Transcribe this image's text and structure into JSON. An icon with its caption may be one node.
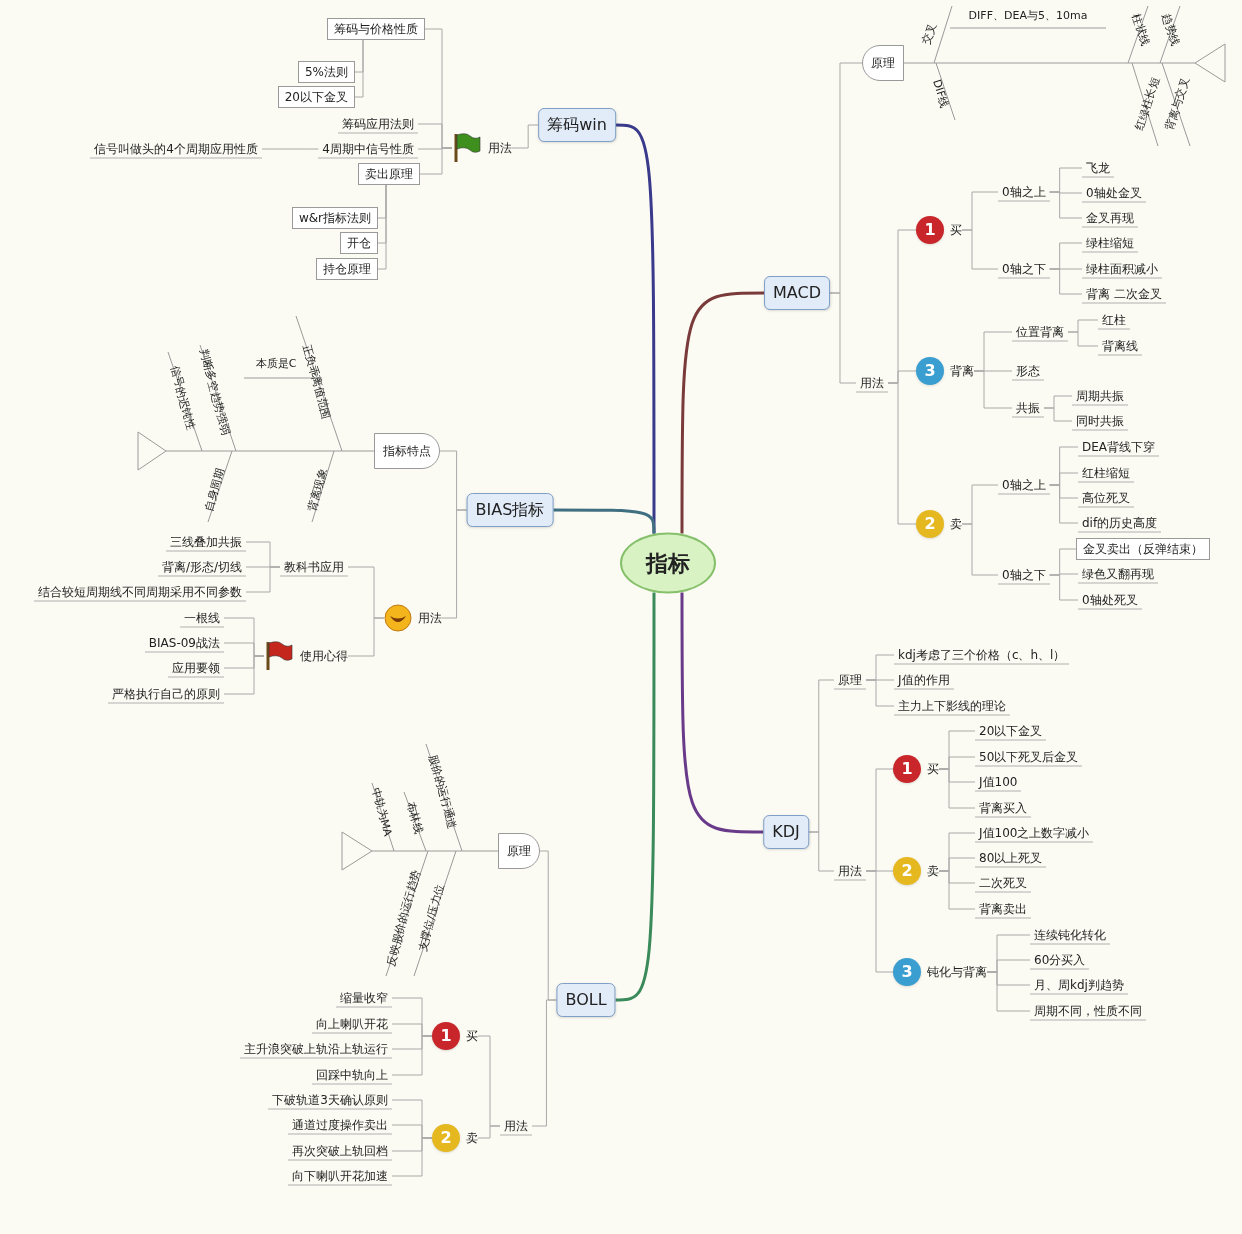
{
  "diagram": {
    "nodes": [
      {
        "text": [
          "指标"
        ]
      },
      {
        "text": [
          "筹码win"
        ]
      },
      {
        "text": [
          "用法"
        ]
      },
      {
        "text": [
          "筹码与价格性质"
        ]
      },
      {
        "text": [
          "5%法则"
        ]
      },
      {
        "text": [
          "20以下金叉"
        ]
      },
      {
        "text": [
          "筹码应用法则"
        ]
      },
      {
        "text": [
          "4周期中信号性质"
        ]
      },
      {
        "text": [
          "信号叫做头的4个周期应用性质"
        ]
      },
      {
        "text": [
          "卖出原理"
        ]
      },
      {
        "text": [
          "w&r指标法则"
        ]
      },
      {
        "text": [
          "开仓"
        ]
      },
      {
        "text": [
          "持仓原理"
        ]
      },
      {
        "text": [
          "BIAS指标"
        ]
      },
      {
        "text": [
          "指标特点"
        ]
      },
      {
        "text": [
          "用法"
        ]
      },
      {
        "text": [
          "教科书应用"
        ]
      },
      {
        "text": [
          "三线叠加共振"
        ]
      },
      {
        "text": [
          "背离/形态/切线"
        ]
      },
      {
        "text": [
          "结合较短周期线不同周期采用不同参数"
        ]
      },
      {
        "text": [
          "使用心得"
        ]
      },
      {
        "text": [
          "一根线"
        ]
      },
      {
        "text": [
          "BIAS-09战法"
        ]
      },
      {
        "text": [
          "应用要领"
        ]
      },
      {
        "text": [
          "严格执行自己的原则"
        ]
      },
      {
        "text": [
          "BOLL"
        ]
      },
      {
        "text": [
          "原理"
        ]
      },
      {
        "text": [
          "用法"
        ]
      },
      {
        "text": [
          "1",
          "买"
        ]
      },
      {
        "text": [
          "缩量收窄"
        ]
      },
      {
        "text": [
          "向上喇叭开花"
        ]
      },
      {
        "text": [
          "主升浪突破上轨沿上轨运行"
        ]
      },
      {
        "text": [
          "回踩中轨向上"
        ]
      },
      {
        "text": [
          "2",
          "卖"
        ]
      },
      {
        "text": [
          "下破轨道3天确认原则"
        ]
      },
      {
        "text": [
          "通道过度操作卖出"
        ]
      },
      {
        "text": [
          "再次突破上轨回档"
        ]
      },
      {
        "text": [
          "向下喇叭开花加速"
        ]
      },
      {
        "text": [
          "MACD"
        ]
      },
      {
        "text": [
          "原理"
        ]
      },
      {
        "text": [
          "用法"
        ]
      },
      {
        "text": [
          "1",
          "买"
        ]
      },
      {
        "text": [
          "0轴之上"
        ]
      },
      {
        "text": [
          "飞龙"
        ]
      },
      {
        "text": [
          "0轴处金叉"
        ]
      },
      {
        "text": [
          "金叉再现"
        ]
      },
      {
        "text": [
          "0轴之下"
        ]
      },
      {
        "text": [
          "绿柱缩短"
        ]
      },
      {
        "text": [
          "绿柱面积减小"
        ]
      },
      {
        "text": [
          "背离 二次金叉"
        ]
      },
      {
        "text": [
          "3",
          "背离"
        ]
      },
      {
        "text": [
          "位置背离"
        ]
      },
      {
        "text": [
          "红柱"
        ]
      },
      {
        "text": [
          "背离线"
        ]
      },
      {
        "text": [
          "形态"
        ]
      },
      {
        "text": [
          "共振"
        ]
      },
      {
        "text": [
          "周期共振"
        ]
      },
      {
        "text": [
          "同时共振"
        ]
      },
      {
        "text": [
          "2",
          "卖"
        ]
      },
      {
        "text": [
          "0轴之上"
        ]
      },
      {
        "text": [
          "DEA背线下穿"
        ]
      },
      {
        "text": [
          "红柱缩短"
        ]
      },
      {
        "text": [
          "高位死叉"
        ]
      },
      {
        "text": [
          "dif的历史高度"
        ]
      },
      {
        "text": [
          "0轴之下"
        ]
      },
      {
        "text": [
          "金叉卖出（反弹结束）"
        ]
      },
      {
        "text": [
          "绿色又翻再现"
        ]
      },
      {
        "text": [
          "0轴处死叉"
        ]
      },
      {
        "text": [
          "KDJ"
        ]
      },
      {
        "text": [
          "原理"
        ]
      },
      {
        "text": [
          "kdj考虑了三个价格（c、h、l）"
        ]
      },
      {
        "text": [
          "J值的作用"
        ]
      },
      {
        "text": [
          "主力上下影线的理论"
        ]
      },
      {
        "text": [
          "用法"
        ]
      },
      {
        "text": [
          "1",
          "买"
        ]
      },
      {
        "text": [
          "20以下金叉"
        ]
      },
      {
        "text": [
          "50以下死叉后金叉"
        ]
      },
      {
        "text": [
          "J值100"
        ]
      },
      {
        "text": [
          "背离买入"
        ]
      },
      {
        "text": [
          "2",
          "卖"
        ]
      },
      {
        "text": [
          "J值100之上数字减小"
        ]
      },
      {
        "text": [
          "80以上死叉"
        ]
      },
      {
        "text": [
          "二次死叉"
        ]
      },
      {
        "text": [
          "背离卖出"
        ]
      },
      {
        "text": [
          "3",
          "钝化与背离"
        ]
      },
      {
        "text": [
          "连续钝化转化"
        ]
      },
      {
        "text": [
          "60分买入"
        ]
      },
      {
        "text": [
          "月、周kdj判趋势"
        ]
      },
      {
        "text": [
          "周期不同，性质不同"
        ]
      }
    ],
    "edges": [
      {
        "from": 0,
        "to": 1,
        "arrow": "none",
        "style": "thick",
        "color": "#3a3a8c"
      },
      {
        "from": 1,
        "to": 2,
        "arrow": "none"
      },
      {
        "from": 2,
        "to": 3,
        "arrow": "none"
      },
      {
        "from": 3,
        "to": 4,
        "arrow": "none"
      },
      {
        "from": 3,
        "to": 5,
        "arrow": "none"
      },
      {
        "from": 2,
        "to": 6,
        "arrow": "none"
      },
      {
        "from": 2,
        "to": 7,
        "arrow": "none"
      },
      {
        "from": 7,
        "to": 8,
        "arrow": "none"
      },
      {
        "from": 2,
        "to": 9,
        "arrow": "none"
      },
      {
        "from": 9,
        "to": 10,
        "arrow": "none"
      },
      {
        "from": 9,
        "to": 11,
        "arrow": "none"
      },
      {
        "from": 9,
        "to": 12,
        "arrow": "none"
      },
      {
        "from": 0,
        "to": 13,
        "arrow": "none",
        "style": "thick",
        "color": "#3f6f80"
      },
      {
        "from": 13,
        "to": 14,
        "arrow": "none"
      },
      {
        "from": 13,
        "to": 15,
        "arrow": "none"
      },
      {
        "from": 15,
        "to": 16,
        "arrow": "none"
      },
      {
        "from": 16,
        "to": 17,
        "arrow": "none"
      },
      {
        "from": 16,
        "to": 18,
        "arrow": "none"
      },
      {
        "from": 16,
        "to": 19,
        "arrow": "none"
      },
      {
        "from": 15,
        "to": 20,
        "arrow": "none"
      },
      {
        "from": 20,
        "to": 21,
        "arrow": "none"
      },
      {
        "from": 20,
        "to": 22,
        "arrow": "none"
      },
      {
        "from": 20,
        "to": 23,
        "arrow": "none"
      },
      {
        "from": 20,
        "to": 24,
        "arrow": "none"
      },
      {
        "from": 0,
        "to": 25,
        "arrow": "none",
        "style": "thick",
        "color": "#3a8a5a"
      },
      {
        "from": 25,
        "to": 26,
        "arrow": "none"
      },
      {
        "from": 25,
        "to": 27,
        "arrow": "none"
      },
      {
        "from": 27,
        "to": 28,
        "arrow": "none"
      },
      {
        "from": 28,
        "to": 29,
        "arrow": "none"
      },
      {
        "from": 28,
        "to": 30,
        "arrow": "none"
      },
      {
        "from": 28,
        "to": 31,
        "arrow": "none"
      },
      {
        "from": 28,
        "to": 32,
        "arrow": "none"
      },
      {
        "from": 27,
        "to": 33,
        "arrow": "none"
      },
      {
        "from": 33,
        "to": 34,
        "arrow": "none"
      },
      {
        "from": 33,
        "to": 35,
        "arrow": "none"
      },
      {
        "from": 33,
        "to": 36,
        "arrow": "none"
      },
      {
        "from": 33,
        "to": 37,
        "arrow": "none"
      },
      {
        "from": 0,
        "to": 38,
        "arrow": "none",
        "style": "thick",
        "color": "#7a3a3a"
      },
      {
        "from": 38,
        "to": 39,
        "arrow": "none"
      },
      {
        "from": 38,
        "to": 40,
        "arrow": "none"
      },
      {
        "from": 40,
        "to": 41,
        "arrow": "none"
      },
      {
        "from": 41,
        "to": 42,
        "arrow": "none"
      },
      {
        "from": 42,
        "to": 43,
        "arrow": "none"
      },
      {
        "from": 42,
        "to": 44,
        "arrow": "none"
      },
      {
        "from": 42,
        "to": 45,
        "arrow": "none"
      },
      {
        "from": 41,
        "to": 46,
        "arrow": "none"
      },
      {
        "from": 46,
        "to": 47,
        "arrow": "none"
      },
      {
        "from": 46,
        "to": 48,
        "arrow": "none"
      },
      {
        "from": 46,
        "to": 49,
        "arrow": "none"
      },
      {
        "from": 40,
        "to": 50,
        "arrow": "none"
      },
      {
        "from": 50,
        "to": 51,
        "arrow": "none"
      },
      {
        "from": 51,
        "to": 52,
        "arrow": "none"
      },
      {
        "from": 51,
        "to": 53,
        "arrow": "none"
      },
      {
        "from": 50,
        "to": 54,
        "arrow": "none"
      },
      {
        "from": 50,
        "to": 55,
        "arrow": "none"
      },
      {
        "from": 55,
        "to": 56,
        "arrow": "none"
      },
      {
        "from": 55,
        "to": 57,
        "arrow": "none"
      },
      {
        "from": 40,
        "to": 58,
        "arrow": "none"
      },
      {
        "from": 58,
        "to": 59,
        "arrow": "none"
      },
      {
        "from": 59,
        "to": 60,
        "arrow": "none"
      },
      {
        "from": 59,
        "to": 61,
        "arrow": "none"
      },
      {
        "from": 59,
        "to": 62,
        "arrow": "none"
      },
      {
        "from": 59,
        "to": 63,
        "arrow": "none"
      },
      {
        "from": 58,
        "to": 64,
        "arrow": "none"
      },
      {
        "from": 64,
        "to": 65,
        "arrow": "none"
      },
      {
        "from": 64,
        "to": 66,
        "arrow": "none"
      },
      {
        "from": 64,
        "to": 67,
        "arrow": "none"
      },
      {
        "from": 0,
        "to": 68,
        "arrow": "none",
        "style": "thick",
        "color": "#6a3a8a"
      },
      {
        "from": 68,
        "to": 69,
        "arrow": "none"
      },
      {
        "from": 69,
        "to": 70,
        "arrow": "none"
      },
      {
        "from": 69,
        "to": 71,
        "arrow": "none"
      },
      {
        "from": 69,
        "to": 72,
        "arrow": "none"
      },
      {
        "from": 68,
        "to": 73,
        "arrow": "none"
      },
      {
        "from": 73,
        "to": 74,
        "arrow": "none"
      },
      {
        "from": 74,
        "to": 75,
        "arrow": "none"
      },
      {
        "from": 74,
        "to": 76,
        "arrow": "none"
      },
      {
        "from": 74,
        "to": 77,
        "arrow": "none"
      },
      {
        "from": 74,
        "to": 78,
        "arrow": "none"
      },
      {
        "from": 73,
        "to": 79,
        "arrow": "none"
      },
      {
        "from": 79,
        "to": 80,
        "arrow": "none"
      },
      {
        "from": 79,
        "to": 81,
        "arrow": "none"
      },
      {
        "from": 79,
        "to": 82,
        "arrow": "none"
      },
      {
        "from": 79,
        "to": 83,
        "arrow": "none"
      },
      {
        "from": 73,
        "to": 84,
        "arrow": "none"
      },
      {
        "from": 84,
        "to": 85,
        "arrow": "none"
      },
      {
        "from": 84,
        "to": 86,
        "arrow": "none"
      },
      {
        "from": 84,
        "to": 87,
        "arrow": "none"
      },
      {
        "from": 84,
        "to": 88,
        "arrow": "none"
      }
    ],
    "labels": [
      "交叉",
      "DIFF、DEA与5、10ma",
      "柱状线",
      "趋势线",
      "DIF线",
      "红绿柱长短",
      "背离与交叉",
      "信号的迟钝性",
      "判断多空趋势强弱",
      "本质是C",
      "正负乖离值范围",
      "自身周期",
      "背离现象",
      "中轨为MA",
      "布林线",
      "股价的运行通道",
      "反映股价的运行趋势",
      "支撑位/压力位"
    ]
  }
}
